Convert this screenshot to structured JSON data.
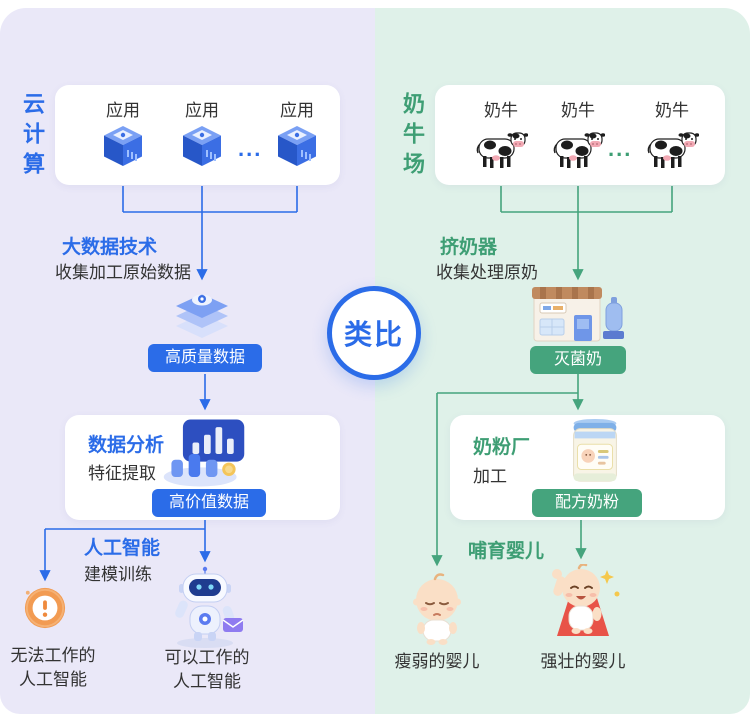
{
  "center": {
    "label": "类比"
  },
  "colors": {
    "left_accent": "#2B6CE8",
    "right_accent": "#3E9E74",
    "left_badge_bg": "#2B6CE8",
    "right_badge_bg": "#45A47D",
    "left_bg": "#EAE8F8",
    "right_bg": "#DFF1E9"
  },
  "left": {
    "panel_label": "云计算",
    "top_box": {
      "item_labels": [
        "应用",
        "应用",
        "应用"
      ],
      "ellipsis": "..."
    },
    "stage1": {
      "title": "大数据技术",
      "subtitle": "收集加工原始数据"
    },
    "badge1": {
      "label": "高质量数据"
    },
    "stage2": {
      "title": "数据分析",
      "subtitle": "特征提取"
    },
    "badge2": {
      "label": "高价值数据"
    },
    "stage3": {
      "title": "人工智能",
      "subtitle": "建模训练"
    },
    "outcome_left": {
      "line1": "无法工作的",
      "line2": "人工智能"
    },
    "outcome_right": {
      "line1": "可以工作的",
      "line2": "人工智能"
    }
  },
  "right": {
    "panel_label": "奶牛场",
    "top_box": {
      "item_labels": [
        "奶牛",
        "奶牛",
        "奶牛"
      ],
      "ellipsis": "..."
    },
    "stage1": {
      "title": "挤奶器",
      "subtitle": "收集处理原奶"
    },
    "badge1": {
      "label": "灭菌奶"
    },
    "stage2": {
      "title": "奶粉厂",
      "subtitle": "加工"
    },
    "badge2": {
      "label": "配方奶粉"
    },
    "stage3": {
      "title": "哺育婴儿"
    },
    "outcome_left": {
      "label": "瘦弱的婴儿"
    },
    "outcome_right": {
      "label": "强壮的婴儿"
    }
  }
}
